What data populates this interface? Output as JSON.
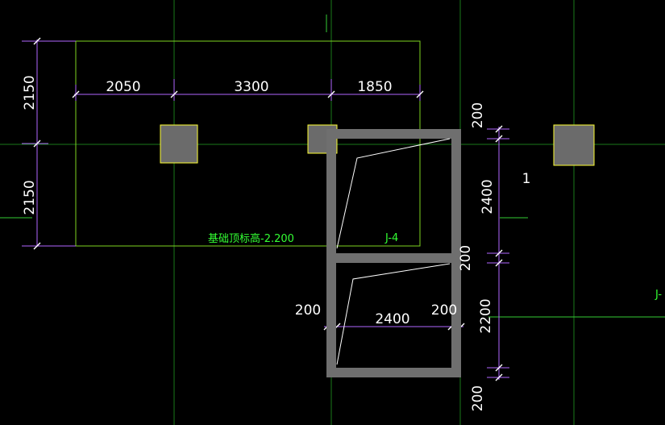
{
  "colors": {
    "background": "#000000",
    "axis": "#1a7a1a",
    "outline": "#7ed321",
    "dimension": "#b066ff",
    "text": "#ffffff",
    "label": "#33ff33",
    "column_fill": "#6b6b6b",
    "column_edge": "#ffff33",
    "wall": "#6f6f6f",
    "stair_line": "#ffffff"
  },
  "dims": {
    "h_2050": "2050",
    "h_3300": "3300",
    "h_1850": "1850",
    "v_2150_top": "2150",
    "v_2150_bottom": "2150",
    "v_200_a": "200",
    "v_2400": "2400",
    "v_200_b": "200",
    "v_2200": "2200",
    "v_200_c": "200",
    "h_200_left": "200",
    "h_2400": "2400",
    "h_200_right": "200"
  },
  "labels": {
    "elevation": "基础顶标高-2.200",
    "foundation": "J-4",
    "foundation_cut": "J-",
    "axis_number": "1"
  }
}
